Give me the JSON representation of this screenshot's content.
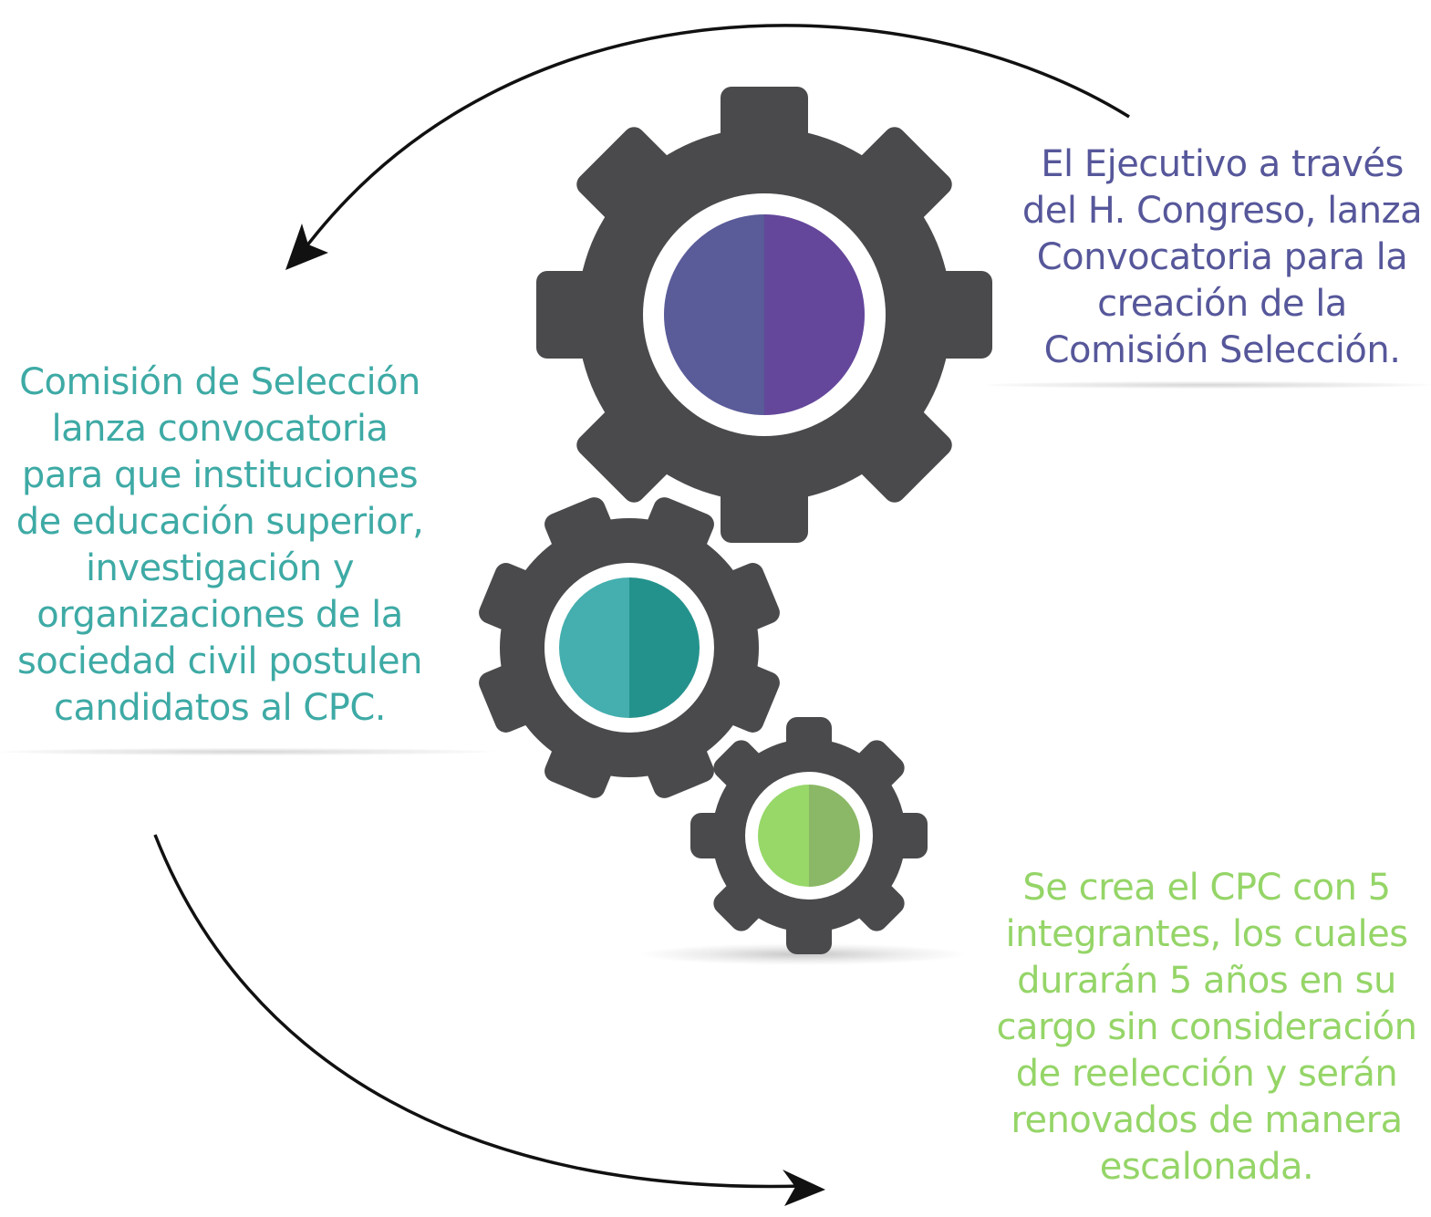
{
  "colors": {
    "gear": "#4a4a4c",
    "gear_1_left": "#5a5b99",
    "gear_1_right": "#64479b",
    "gear_2_left": "#45aeae",
    "gear_2_right": "#24928c",
    "gear_3_left": "#97d869",
    "gear_3_right": "#8bb866",
    "text_1": "#56579a",
    "text_2": "#3eaaa5",
    "text_3": "#95d568",
    "arrow": "#111111"
  },
  "steps": {
    "step_1": "El Ejecutivo a través\ndel H. Congreso, lanza\nConvocatoria para la\ncreación de la\nComisión Selección.",
    "step_2": "Comisión de Selección\nlanza convocatoria\npara que instituciones\nde educación superior,\ninvestigación y\norganizaciones de la\nsociedad civil postulen\ncandidatos al CPC.",
    "step_3": "Se crea el CPC con 5\nintegrantes, los cuales\ndurarán 5 años en su\ncargo sin consideración\nde reelección y serán\nrenovados de manera\nescalonada."
  },
  "icons": [
    "gear-icon",
    "gear-icon",
    "gear-icon",
    "arrow-icon",
    "arrow-icon"
  ]
}
